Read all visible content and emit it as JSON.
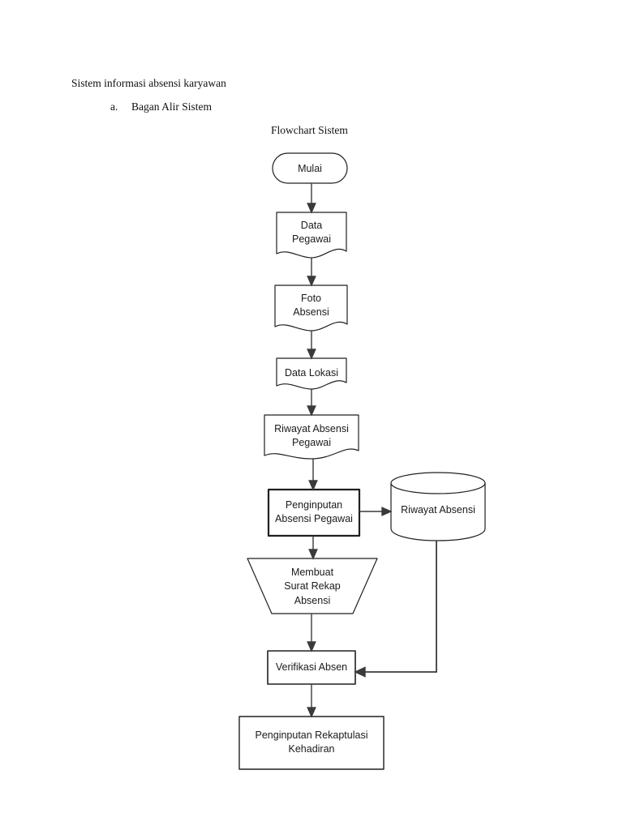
{
  "document": {
    "heading": "Sistem informasi absensi karyawan",
    "list_marker": "a.",
    "list_item": "Bagan Alir Sistem"
  },
  "chart_data": {
    "type": "diagram",
    "diagram_kind": "flowchart",
    "title": "Flowchart Sistem",
    "orientation": "top-to-bottom",
    "colors": {
      "stroke": "#231f20",
      "fill": "#ffffff",
      "text": "#1a1a1a"
    },
    "nodes": [
      {
        "id": "mulai",
        "label": "Mulai",
        "shape": "terminator"
      },
      {
        "id": "data-pegawai",
        "label": "Data\nPegawai",
        "shape": "document"
      },
      {
        "id": "foto-absensi",
        "label": "Foto\nAbsensi",
        "shape": "document"
      },
      {
        "id": "data-lokasi",
        "label": "Data Lokasi",
        "shape": "document"
      },
      {
        "id": "riwayat-absensi-pegawai",
        "label": "Riwayat Absensi\nPegawai",
        "shape": "document"
      },
      {
        "id": "penginputan-absensi",
        "label": "Penginputan\nAbsensi Pegawai",
        "shape": "process-bold"
      },
      {
        "id": "riwayat-absensi-db",
        "label": "Riwayat Absensi",
        "shape": "database"
      },
      {
        "id": "membuat-surat",
        "label": "Membuat\nSurat Rekap\nAbsensi",
        "shape": "manual-operation"
      },
      {
        "id": "verifikasi-absen",
        "label": "Verifikasi Absen",
        "shape": "process"
      },
      {
        "id": "penginputan-rekaptulasi",
        "label": "Penginputan Rekaptulasi\nKehadiran",
        "shape": "process"
      }
    ],
    "edges": [
      {
        "from": "mulai",
        "to": "data-pegawai",
        "direction": "down"
      },
      {
        "from": "data-pegawai",
        "to": "foto-absensi",
        "direction": "down"
      },
      {
        "from": "foto-absensi",
        "to": "data-lokasi",
        "direction": "down"
      },
      {
        "from": "data-lokasi",
        "to": "riwayat-absensi-pegawai",
        "direction": "down"
      },
      {
        "from": "riwayat-absensi-pegawai",
        "to": "penginputan-absensi",
        "direction": "down"
      },
      {
        "from": "penginputan-absensi",
        "to": "riwayat-absensi-db",
        "direction": "right"
      },
      {
        "from": "penginputan-absensi",
        "to": "membuat-surat",
        "direction": "down"
      },
      {
        "from": "membuat-surat",
        "to": "verifikasi-absen",
        "direction": "down"
      },
      {
        "from": "riwayat-absensi-db",
        "to": "verifikasi-absen",
        "direction": "down-then-left"
      },
      {
        "from": "verifikasi-absen",
        "to": "penginputan-rekaptulasi",
        "direction": "down"
      }
    ]
  }
}
